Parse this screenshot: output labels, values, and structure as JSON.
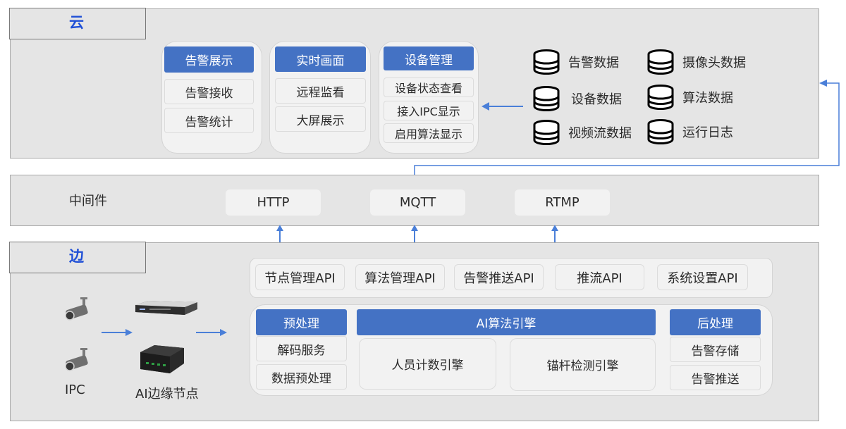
{
  "cloud": {
    "label": "云",
    "groups": [
      {
        "header": "告警展示",
        "items": [
          "告警接收",
          "告警统计"
        ]
      },
      {
        "header": "实时画面",
        "items": [
          "远程监看",
          "大屏展示"
        ]
      },
      {
        "header": "设备管理",
        "items": [
          "设备状态查看",
          "接入IPC显示",
          "启用算法显示"
        ]
      }
    ],
    "databases": [
      "告警数据",
      "设备数据",
      "视频流数据",
      "摄像头数据",
      "算法数据",
      "运行日志"
    ]
  },
  "middleware": {
    "label": "中间件",
    "protocols": [
      "HTTP",
      "MQTT",
      "RTMP"
    ]
  },
  "edge": {
    "label": "边",
    "apis": [
      "节点管理API",
      "算法管理API",
      "告警推送API",
      "推流API",
      "系统设置API"
    ],
    "preprocess": {
      "header": "预处理",
      "items": [
        "解码服务",
        "数据预处理"
      ]
    },
    "engine": {
      "header": "AI算法引擎",
      "items": [
        "人员计数引擎",
        "锚杆检测引擎"
      ]
    },
    "postprocess": {
      "header": "后处理",
      "items": [
        "告警存储",
        "告警推送"
      ]
    },
    "devices": {
      "ipc_label": "IPC",
      "node_label": "AI边缘节点"
    }
  },
  "colors": {
    "accent": "#4472c4",
    "arrow": "#4a7fd8",
    "label": "#1f4fd6",
    "band": "#e5e5e5"
  }
}
